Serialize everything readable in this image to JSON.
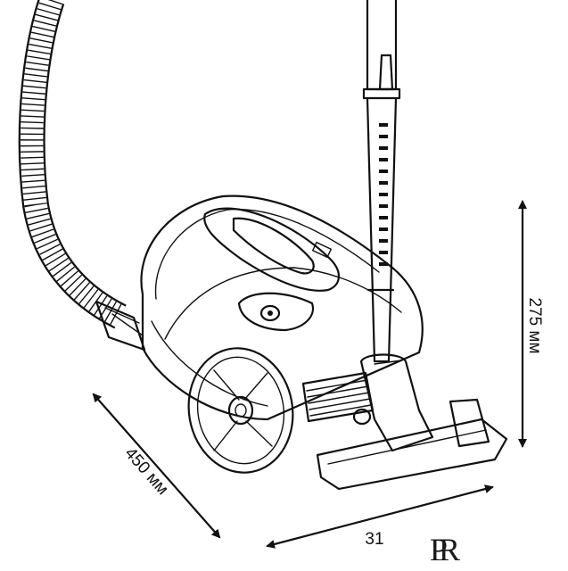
{
  "dimensions": {
    "height_label": "275 мм",
    "depth_label": "450 мм",
    "width_label": "31"
  },
  "logo": {
    "mark": "PR"
  }
}
